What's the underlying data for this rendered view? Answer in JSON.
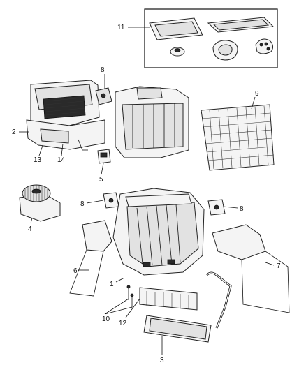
{
  "diagram": {
    "callouts": [
      "11",
      "8",
      "9",
      "2",
      "13",
      "14",
      "5",
      "4",
      "8",
      "8",
      "6",
      "1",
      "10",
      "12",
      "7",
      "3"
    ],
    "colors": {
      "line": "#111111",
      "fill": "#f4f4f4",
      "shade": "#e2e2e2"
    }
  }
}
